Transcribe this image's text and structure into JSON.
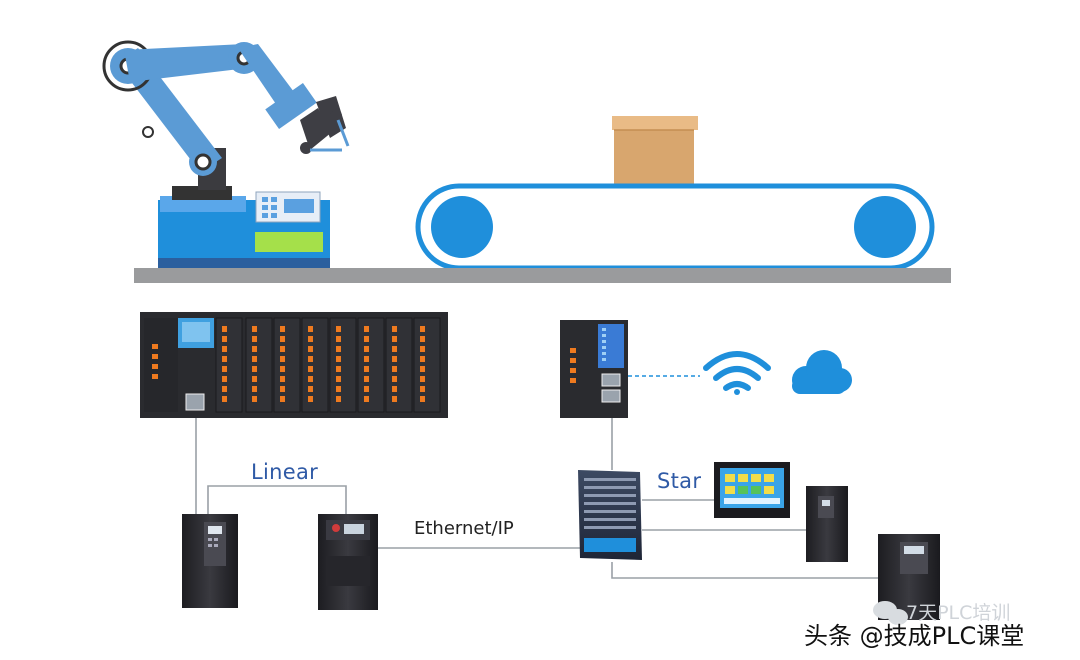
{
  "labels": {
    "linear": "Linear",
    "ethernet": "Ethernet/IP",
    "star": "Star"
  },
  "watermark": {
    "main": "头条 @技成PLC课堂",
    "faint": "7天PLC培训"
  },
  "colors": {
    "blue": "#1f8fdb",
    "light_blue": "#63a8e6",
    "arm_blue": "#5b9bd5",
    "dark": "#2f2f33",
    "box": "#d8a66e",
    "grey_floor": "#9a9b9d",
    "line": "#9aa0a6",
    "dash": "#1f8fdb",
    "label_blue": "#2f5aa6",
    "orange_io": "#ee7a1f"
  },
  "icons": [
    "robot-arm-icon",
    "conveyor-icon",
    "cardboard-box-icon",
    "plc-rack-icon",
    "plc-controller-icon",
    "wifi-icon",
    "cloud-icon",
    "network-switch-icon",
    "hmi-panel-icon",
    "drive-icon",
    "wechat-logo-icon"
  ]
}
